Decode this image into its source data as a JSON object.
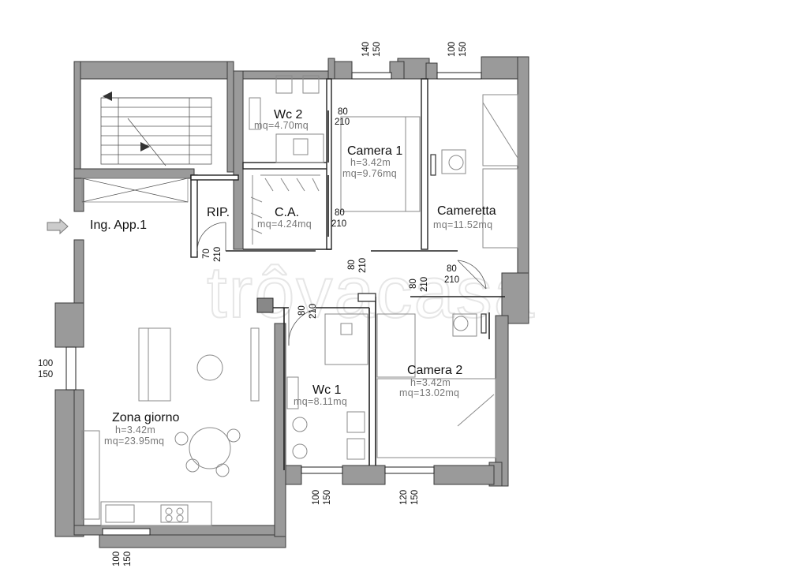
{
  "watermark": "trôvacasa",
  "rooms": {
    "wc2": {
      "name": "Wc 2",
      "area": "mq=4.70mq"
    },
    "camera1": {
      "name": "Camera 1",
      "height": "h=3.42m",
      "area": "mq=9.76mq"
    },
    "cameretta": {
      "name": "Cameretta",
      "area": "mq=11.52mq"
    },
    "rip": {
      "name": "RIP."
    },
    "ca": {
      "name": "C.A.",
      "area": "mq=4.24mq"
    },
    "ingresso": {
      "name": "Ing. App.1"
    },
    "wc1": {
      "name": "Wc 1",
      "area": "mq=8.11mq"
    },
    "camera2": {
      "name": "Camera 2",
      "height": "h=3.42m",
      "area": "mq=13.02mq"
    },
    "zona_giorno": {
      "name": "Zona giorno",
      "height": "h=3.42m",
      "area": "mq=23.95mq"
    }
  },
  "dimensions": {
    "win_camera1": {
      "w": "140",
      "h": "150"
    },
    "win_cameretta": {
      "w": "100",
      "h": "150"
    },
    "door_wc2": {
      "w": "80",
      "h": "210"
    },
    "door_ca": {
      "w": "80",
      "h": "210"
    },
    "door_rip": {
      "w": "70",
      "h": "210"
    },
    "door_hall": {
      "w": "80",
      "h": "210"
    },
    "door_camera2": {
      "w": "80",
      "h": "210"
    },
    "door_cameretta": {
      "w": "80",
      "h": "210"
    },
    "door_wc1": {
      "w": "80",
      "h": "210"
    },
    "win_left": {
      "w": "100",
      "h": "150"
    },
    "win_wc1": {
      "w": "100",
      "h": "150"
    },
    "win_camera2": {
      "w": "120",
      "h": "150"
    },
    "win_bottom": {
      "w": "100",
      "h": "150"
    }
  }
}
